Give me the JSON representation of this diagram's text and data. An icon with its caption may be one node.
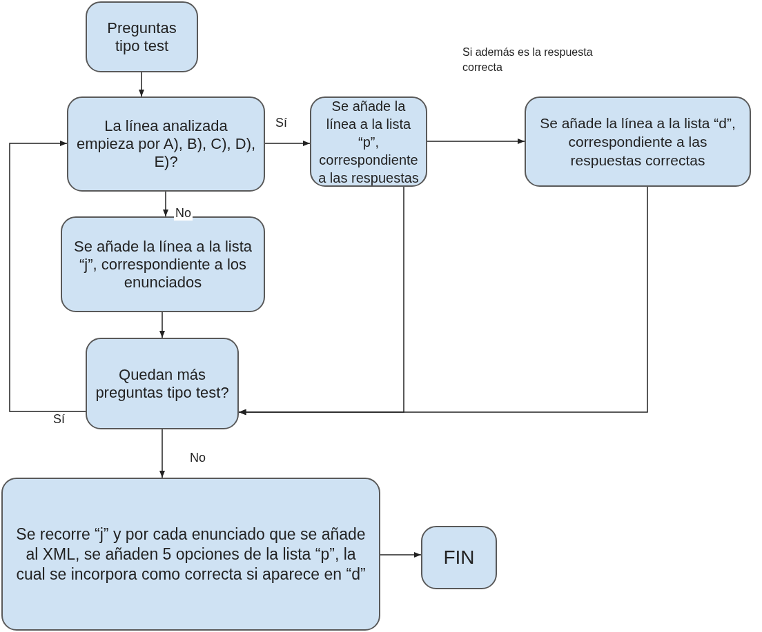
{
  "diagram": {
    "nodes": [
      {
        "text": [
          "Preguntas tipo test"
        ]
      },
      {
        "text": [
          "La línea analizada empieza por A), B), C), D), E)?"
        ]
      },
      {
        "text": [
          "Se añade la línea a la lista “p”, correspondiente a las respuestas"
        ]
      },
      {
        "text": [
          "Se añade la línea a la lista “d”, correspondiente a las respuestas correctas"
        ],
        "beside": [
          "Si además es la respuesta correcta"
        ]
      },
      {
        "text": [
          "Se añade la línea a la lista “j”, correspondiente a los enunciados"
        ]
      },
      {
        "text": [
          "Quedan más preguntas tipo test?"
        ]
      },
      {
        "text": [
          "Se recorre “j” y por cada enunciado que se añade al XML, se añaden 5 opciones de la lista “p”, la cual se incorpora como correcta si aparece en “d”"
        ]
      },
      {
        "text": [
          "FIN"
        ]
      }
    ],
    "edges": [
      {
        "from": 0,
        "to": 1,
        "arrow": "to"
      },
      {
        "from": 1,
        "to": 2,
        "arrow": "to",
        "label": "Sí"
      },
      {
        "from": 2,
        "to": 3,
        "arrow": "to"
      },
      {
        "from": 1,
        "to": 4,
        "arrow": "to",
        "label": "No"
      },
      {
        "from": 4,
        "to": 5,
        "arrow": "to"
      },
      {
        "from": 5,
        "to": 1,
        "arrow": "to",
        "label": "Sí"
      },
      {
        "from": 2,
        "to": 5,
        "arrow": "to"
      },
      {
        "from": 3,
        "to": 5,
        "arrow": "to"
      },
      {
        "from": 5,
        "to": 6,
        "arrow": "to",
        "label": "No"
      },
      {
        "from": 6,
        "to": 7,
        "arrow": "to"
      }
    ]
  }
}
